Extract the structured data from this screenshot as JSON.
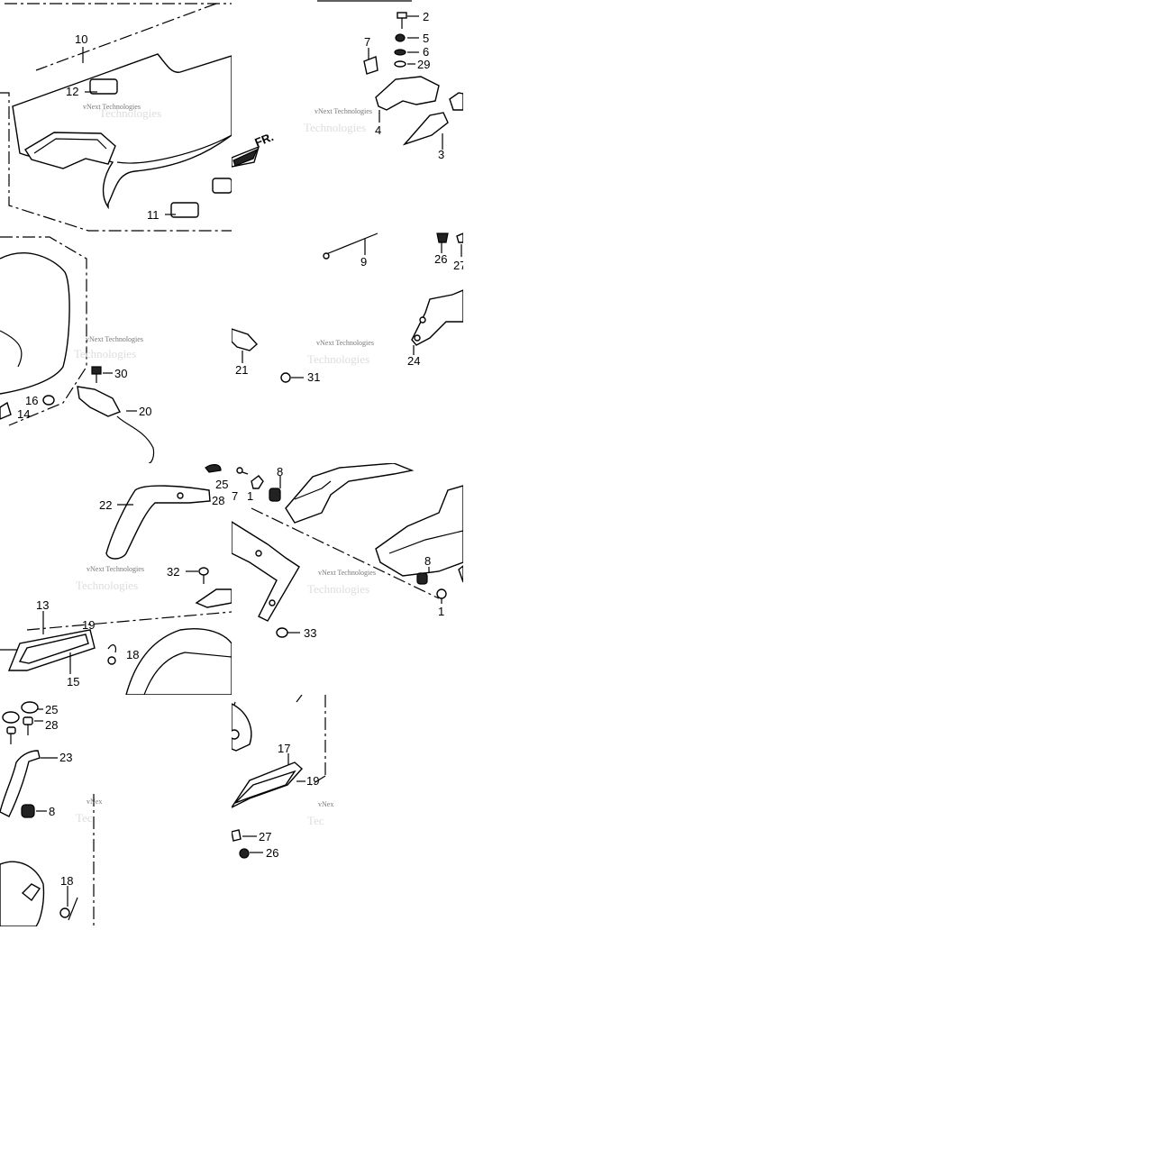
{
  "diagram": {
    "watermark_line1": "vNext Technologies",
    "watermark_line2": "Technologies",
    "watermark_partial": "vNex",
    "watermark_partial2": "Tec",
    "arrow_label": "FR.",
    "part_numbers": {
      "p1": "1",
      "p2": "2",
      "p3": "3",
      "p4": "4",
      "p5": "5",
      "p6": "6",
      "p7": "7",
      "p8": "8",
      "p9": "9",
      "p10": "10",
      "p11": "11",
      "p12": "12",
      "p13": "13",
      "p14": "14",
      "p15": "15",
      "p16": "16",
      "p17": "17",
      "p18": "18",
      "p19": "19",
      "p20": "20",
      "p21": "21",
      "p22": "22",
      "p23": "23",
      "p24": "24",
      "p25": "25",
      "p26": "26",
      "p27": "27",
      "p28": "28",
      "p29": "29",
      "p30": "30",
      "p31": "31",
      "p32": "32",
      "p33": "33",
      "p7c": "7",
      "p27c": "27"
    }
  }
}
